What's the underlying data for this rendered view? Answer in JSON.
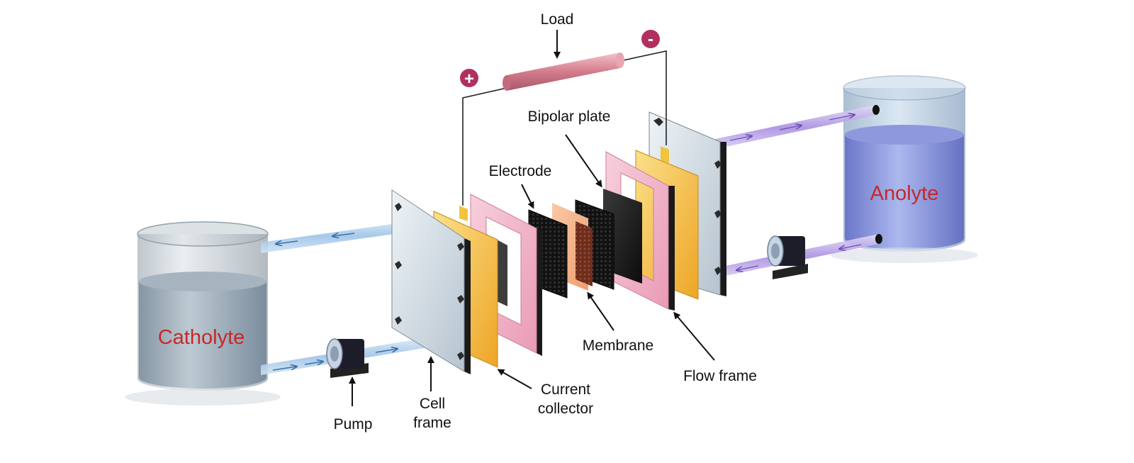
{
  "labels": {
    "load": "Load",
    "plus": "+",
    "minus": "-",
    "bipolar_plate": "Bipolar plate",
    "electrode": "Electrode",
    "membrane": "Membrane",
    "flow_frame": "Flow frame",
    "current_collector_line1": "Current",
    "current_collector_line2": "collector",
    "cell_frame_line1": "Cell",
    "cell_frame_line2": "frame",
    "pump": "Pump",
    "catholyte": "Catholyte",
    "anolyte": "Anolyte"
  },
  "colors": {
    "tank_label": "#c62828",
    "terminal_sign": "#b03060",
    "load": "#d47c8c",
    "current_collector": "#f2b632",
    "flow_frame": "#f4b6c8",
    "membrane": "#f4b18c",
    "electrode": "#1a1a1a",
    "cell_frame": "#cdd8e0",
    "catholyte_pipe": "#a9cbe8",
    "anolyte_pipe": "#b79be0",
    "catholyte_liquid": "#8fa4b4",
    "anolyte_liquid": "#7c84d6"
  }
}
